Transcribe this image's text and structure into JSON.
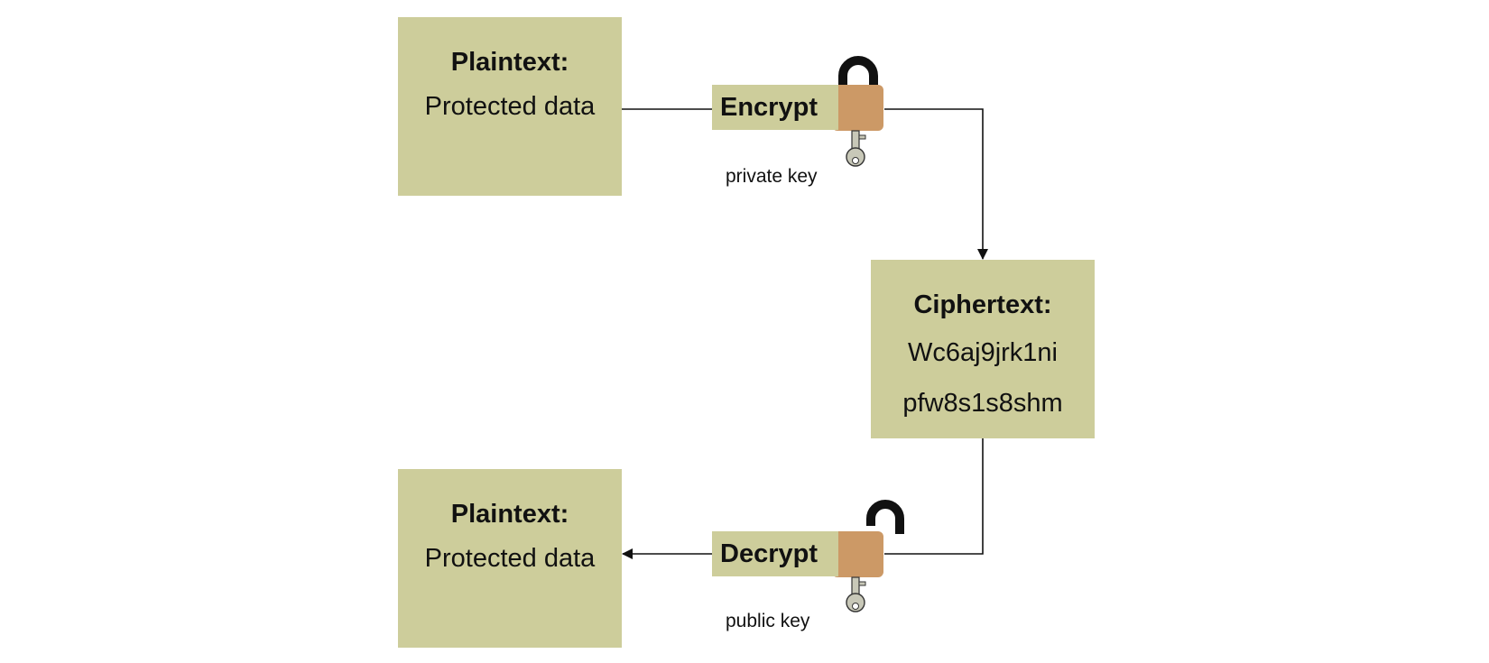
{
  "plaintext_top": {
    "title": "Plaintext:",
    "body": "Protected data"
  },
  "ciphertext": {
    "title": "Ciphertext:",
    "line1": "Wc6aj9jrk1ni",
    "line2": "pfw8s1s8shm"
  },
  "plaintext_bottom": {
    "title": "Plaintext:",
    "body": "Protected data"
  },
  "encrypt": {
    "label": "Encrypt",
    "key_caption": "private key",
    "lock_state": "locked"
  },
  "decrypt": {
    "label": "Decrypt",
    "key_caption": "public key",
    "lock_state": "unlocked"
  },
  "colors": {
    "box_fill": "#cdcd9b",
    "lock_body": "#cc9966",
    "shackle": "#111111",
    "key": "#c8c8b8"
  }
}
